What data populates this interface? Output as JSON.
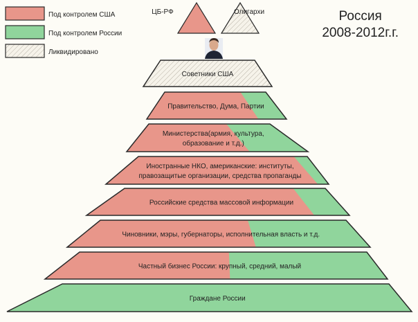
{
  "title": {
    "line1": "Россия",
    "line2": "2008-2012г.г."
  },
  "colors": {
    "us": "#e8968a",
    "russia": "#90d59c",
    "liquidated": "#f6f3ea",
    "stroke": "#2a2a2a"
  },
  "legend": [
    {
      "label": "Под контролем США",
      "type": "us"
    },
    {
      "label": "Под контролем России",
      "type": "russia"
    },
    {
      "label": "Ликвидировано",
      "type": "liquidated"
    }
  ],
  "top_triangles": [
    {
      "label": "ЦБ-РФ",
      "type": "us"
    },
    {
      "label": "Олигархи",
      "type": "liquidated"
    }
  ],
  "leader_icon": "person-portrait-icon",
  "layers": [
    {
      "lines": [
        "Советники США"
      ],
      "type": "liquidated"
    },
    {
      "lines": [
        "Правительство, Дума, Партии"
      ],
      "us_share": 0.75
    },
    {
      "lines": [
        "Министерства(армия, культура,",
        "образование и т.д.)"
      ],
      "us_share": 0.64
    },
    {
      "lines": [
        "Иностранные НКО, американские: институты,",
        "правозащитые организации, средства пропаганды"
      ],
      "us_share": 0.92
    },
    {
      "lines": [
        "Российские средства массовой информации"
      ],
      "us_share": 0.84
    },
    {
      "lines": [
        "Чиновники, мэры, губернаторы, исполнительная власть и т.д."
      ],
      "us_share": 0.6
    },
    {
      "lines": [
        "Частный бизнес России: крупный, средний, малый"
      ],
      "us_share": 0.52
    },
    {
      "lines": [
        "Граждане России"
      ],
      "us_share": 0
    }
  ]
}
